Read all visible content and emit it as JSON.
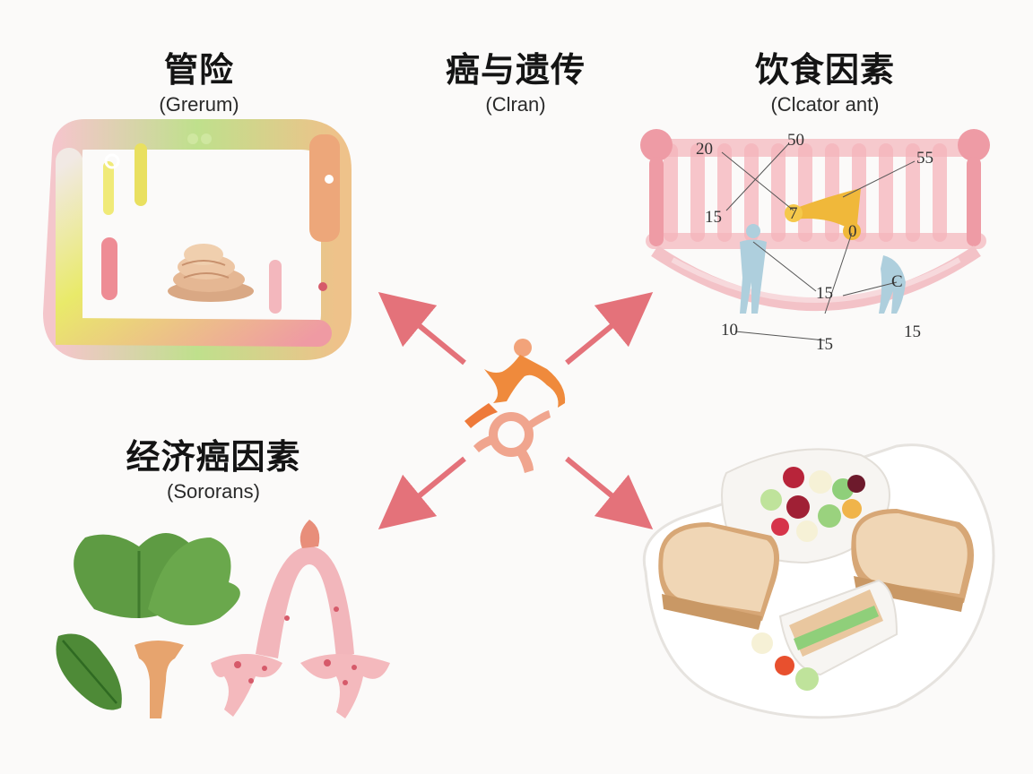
{
  "sections": {
    "top_left": {
      "title": "管险",
      "subtitle": "(Grerum)"
    },
    "top_center": {
      "title": "癌与遗传",
      "subtitle": "(Clran)"
    },
    "top_right": {
      "title": "饮食因素",
      "subtitle": "(Clcator ant)",
      "numbers": [
        "20",
        "50",
        "55",
        "15",
        "7",
        "0",
        "15",
        "C",
        "10",
        "15",
        "15"
      ]
    },
    "bottom_left": {
      "title": "经济癌因素",
      "subtitle": "(Sororans)"
    }
  },
  "colors": {
    "arrow": "#e4727a",
    "center_figure": "#ef8a3c",
    "pink": "#f2a6ae",
    "green": "#a8d36c",
    "yellow": "#e8e25a"
  },
  "icons": {
    "top_left": "intestine-illustration-icon",
    "top_right": "membrane-figures-icon",
    "center": "cancer-figure-icon",
    "bottom_left": "leaves-and-cells-icon",
    "bottom_right": "sandwich-plate-icon"
  }
}
